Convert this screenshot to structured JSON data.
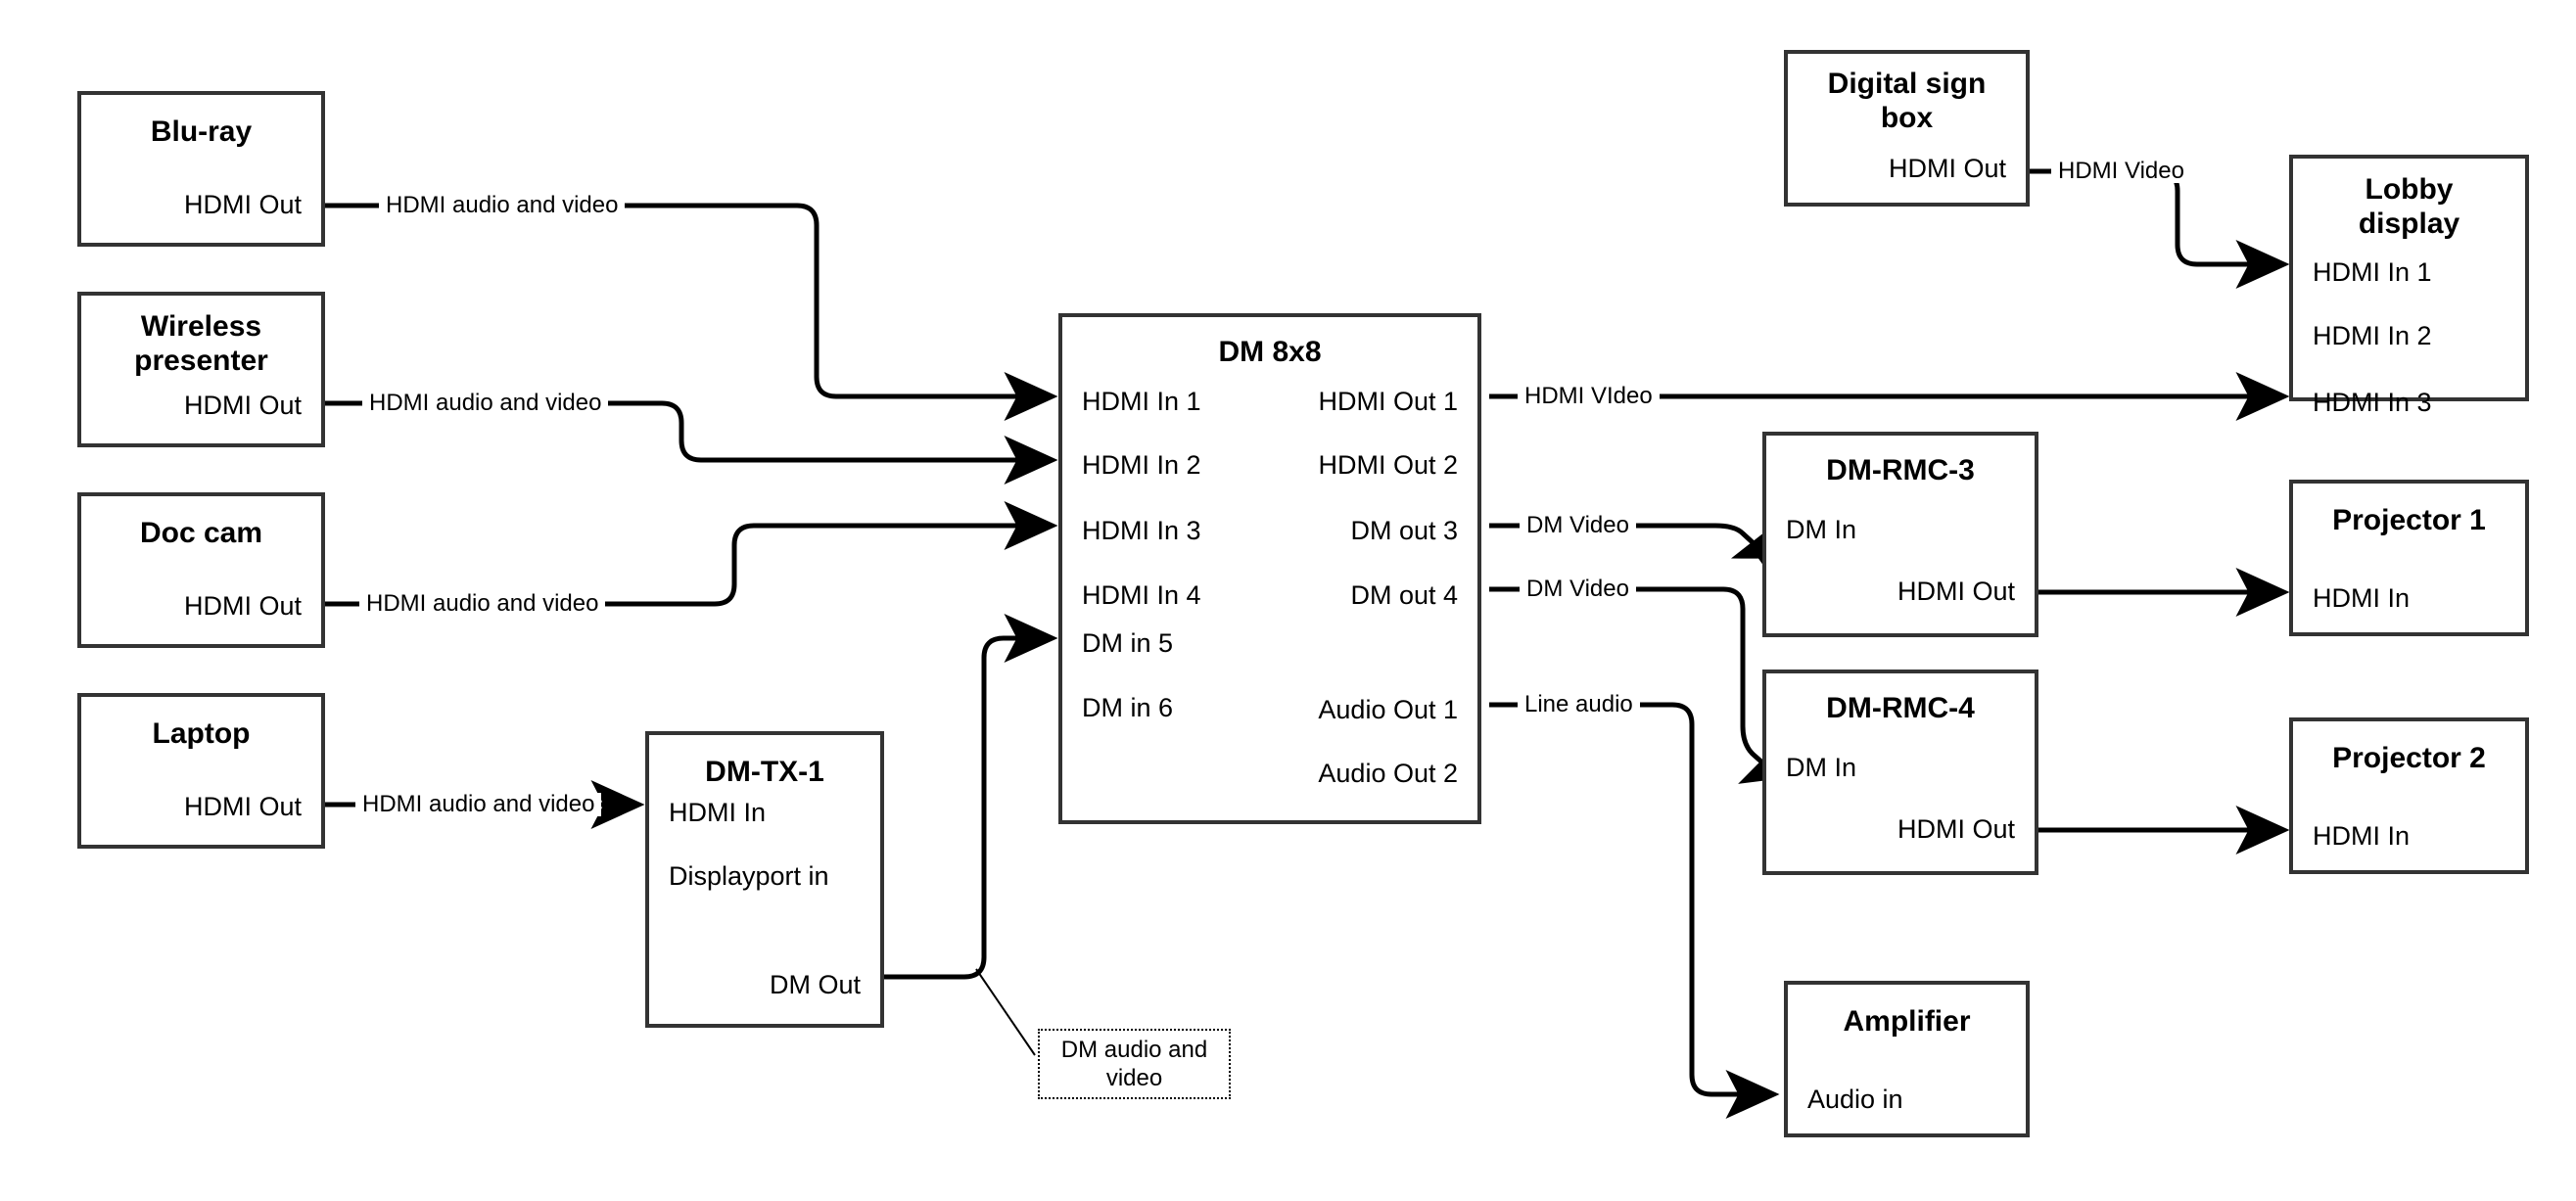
{
  "diagram": {
    "title": "AV signal flow diagram",
    "line_color": "#000000",
    "box_border_color": "#333333",
    "background": "#ffffff"
  },
  "nodes": {
    "bluray": {
      "title": "Blu-ray",
      "ports": {
        "out": "HDMI Out"
      }
    },
    "wireless": {
      "title": "Wireless\npresenter",
      "ports": {
        "out": "HDMI Out"
      }
    },
    "doccam": {
      "title": "Doc cam",
      "ports": {
        "out": "HDMI Out"
      }
    },
    "laptop": {
      "title": "Laptop",
      "ports": {
        "out": "HDMI Out"
      }
    },
    "dmtx1": {
      "title": "DM-TX-1",
      "ports": {
        "in1": "HDMI In",
        "in2": "Displayport in",
        "out": "DM Out"
      }
    },
    "dm8x8": {
      "title": "DM 8x8",
      "inputs": [
        "HDMI In 1",
        "HDMI In 2",
        "HDMI In 3",
        "HDMI In 4",
        "DM in 5",
        "DM in 6"
      ],
      "outputs": [
        "HDMI Out 1",
        "HDMI Out 2",
        "DM out 3",
        "DM out 4",
        "Audio Out 1",
        "Audio Out 2"
      ]
    },
    "digitalsign": {
      "title": "Digital sign\nbox",
      "ports": {
        "out": "HDMI Out"
      }
    },
    "lobby": {
      "title": "Lobby\ndisplay",
      "inputs": [
        "HDMI In 1",
        "HDMI In 2",
        "HDMI In 3"
      ]
    },
    "rmc3": {
      "title": "DM-RMC-3",
      "ports": {
        "in": "DM In",
        "out": "HDMI Out"
      }
    },
    "rmc4": {
      "title": "DM-RMC-4",
      "ports": {
        "in": "DM In",
        "out": "HDMI Out"
      }
    },
    "projector1": {
      "title": "Projector 1",
      "ports": {
        "in": "HDMI In"
      }
    },
    "projector2": {
      "title": "Projector 2",
      "ports": {
        "in": "HDMI In"
      }
    },
    "amplifier": {
      "title": "Amplifier",
      "ports": {
        "in": "Audio in"
      }
    }
  },
  "wire_labels": {
    "bluray_to_dm": "HDMI audio and video",
    "wireless_to_dm": "HDMI audio and video",
    "doccam_to_dm": "HDMI audio and video",
    "laptop_to_tx": "HDMI audio and video",
    "sign_to_lobby": "HDMI Video",
    "dm_hdmiout1": "HDMI VIdeo",
    "dm_dmout3": "DM Video",
    "dm_dmout4": "DM Video",
    "dm_audioout1": "Line audio"
  },
  "callouts": {
    "dm_audio_video": "DM audio and\nvideo"
  }
}
